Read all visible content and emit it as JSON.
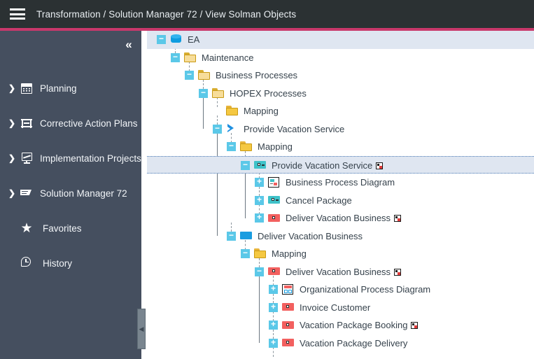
{
  "topbar": {
    "menu_icon": "hamburger-menu-icon",
    "breadcrumb": "Transformation / Solution Manager 72 / View Solman Objects",
    "accent_color": "#c9386b"
  },
  "sidebar": {
    "background_color": "#454f5f",
    "collapse_label": "«",
    "collapse_icon": "double-chevron-left-icon",
    "handle_icon": "chevron-left-icon",
    "items": [
      {
        "label": "Planning",
        "icon": "calendar-icon",
        "caret": "❯",
        "has_caret": true
      },
      {
        "label": "Corrective Action Plans",
        "icon": "process-flow-icon",
        "caret": "❯",
        "has_caret": true
      },
      {
        "label": "Implementation Projects",
        "icon": "presentation-chart-icon",
        "caret": "❯",
        "has_caret": true
      },
      {
        "label": "Solution Manager 72",
        "icon": "banner-flag-icon",
        "caret": "❯",
        "has_caret": true
      },
      {
        "label": "Favorites",
        "icon": "star-icon",
        "caret": "",
        "has_caret": false
      },
      {
        "label": "History",
        "icon": "history-clock-icon",
        "caret": "",
        "has_caret": false
      }
    ]
  },
  "tree": {
    "selected_background": "#dfe6f1",
    "toggle_color": "#5bc8e8",
    "nodes": [
      {
        "label": "EA",
        "icon": "database-cylinder-icon",
        "toggle": "−",
        "state": "expanded",
        "depth": 0,
        "selected": true,
        "focused": false,
        "badge": false
      },
      {
        "label": "Maintenance",
        "icon": "folder-pale-icon",
        "toggle": "−",
        "state": "expanded",
        "depth": 1,
        "selected": false,
        "focused": false,
        "badge": false
      },
      {
        "label": "Business Processes",
        "icon": "folder-pale-icon",
        "toggle": "−",
        "state": "expanded",
        "depth": 2,
        "selected": false,
        "focused": false,
        "badge": false
      },
      {
        "label": "HOPEX Processes",
        "icon": "folder-pale-icon",
        "toggle": "−",
        "state": "expanded",
        "depth": 3,
        "selected": false,
        "focused": false,
        "badge": false
      },
      {
        "label": "Mapping",
        "icon": "folder-open-icon",
        "toggle": "",
        "state": "leaf",
        "depth": 4,
        "selected": false,
        "focused": false,
        "badge": false
      },
      {
        "label": "Provide Vacation Service",
        "icon": "blue-chevron-icon",
        "toggle": "−",
        "state": "expanded",
        "depth": 4,
        "selected": false,
        "focused": false,
        "badge": false
      },
      {
        "label": "Mapping",
        "icon": "folder-open-icon",
        "toggle": "−",
        "state": "expanded",
        "depth": 5,
        "selected": false,
        "focused": false,
        "badge": false
      },
      {
        "label": "Provide Vacation Service",
        "icon": "teal-process-icon",
        "toggle": "−",
        "state": "expanded",
        "depth": 6,
        "selected": true,
        "focused": true,
        "badge": true
      },
      {
        "label": "Business Process Diagram",
        "icon": "diagram-document-icon",
        "toggle": "+",
        "state": "collapsed",
        "depth": 7,
        "selected": false,
        "focused": false,
        "badge": false
      },
      {
        "label": "Cancel Package",
        "icon": "teal-process-icon",
        "toggle": "+",
        "state": "collapsed",
        "depth": 7,
        "selected": false,
        "focused": false,
        "badge": false
      },
      {
        "label": "Deliver Vacation Business",
        "icon": "red-process-icon",
        "toggle": "+",
        "state": "collapsed",
        "depth": 7,
        "selected": false,
        "focused": false,
        "badge": true
      },
      {
        "label": "Deliver Vacation Business",
        "icon": "blue-rect-icon",
        "toggle": "−",
        "state": "expanded",
        "depth": 5,
        "selected": false,
        "focused": false,
        "badge": false
      },
      {
        "label": "Mapping",
        "icon": "folder-open-icon",
        "toggle": "−",
        "state": "expanded",
        "depth": 6,
        "selected": false,
        "focused": false,
        "badge": false
      },
      {
        "label": "Deliver Vacation Business",
        "icon": "red-process-icon",
        "toggle": "−",
        "state": "expanded",
        "depth": 7,
        "selected": false,
        "focused": false,
        "badge": true
      },
      {
        "label": "Organizational Process Diagram",
        "icon": "org-diagram-document-icon",
        "toggle": "+",
        "state": "collapsed",
        "depth": 8,
        "selected": false,
        "focused": false,
        "badge": false
      },
      {
        "label": "Invoice Customer",
        "icon": "red-process-icon",
        "toggle": "+",
        "state": "collapsed",
        "depth": 8,
        "selected": false,
        "focused": false,
        "badge": false
      },
      {
        "label": "Vacation Package Booking",
        "icon": "red-process-icon",
        "toggle": "+",
        "state": "collapsed",
        "depth": 8,
        "selected": false,
        "focused": false,
        "badge": true
      },
      {
        "label": "Vacation Package Delivery",
        "icon": "red-process-icon",
        "toggle": "+",
        "state": "collapsed",
        "depth": 8,
        "selected": false,
        "focused": false,
        "badge": false
      }
    ]
  }
}
